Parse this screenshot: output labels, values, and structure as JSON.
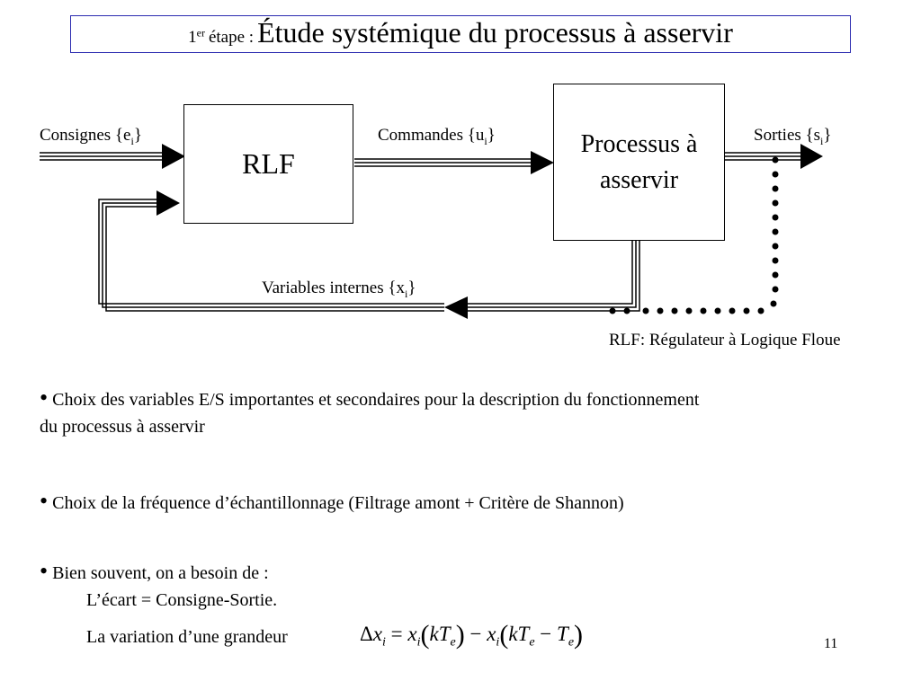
{
  "title": {
    "prefix_num": "1",
    "prefix_sup": "er",
    "prefix_word": "étape :",
    "main": "Étude systémique du processus à asservir"
  },
  "diagram": {
    "rlf_block": "RLF",
    "process_block_line1": "Processus à",
    "process_block_line2": "asservir",
    "consignes_label": "Consignes {e",
    "consignes_sub": "i",
    "commandes_label": "Commandes {u",
    "commandes_sub": "i",
    "sorties_label": "Sorties {s",
    "sorties_sub": "i",
    "variables_label": "Variables internes {x",
    "variables_sub": "i",
    "closing_brace": "}",
    "caption": "RLF: Régulateur à Logique Floue"
  },
  "bullets": {
    "b1_line1": "Choix des variables E/S importantes et secondaires pour la description du fonctionnement",
    "b1_line2": "du processus à asservir",
    "b2": "Choix de la fréquence d’échantillonnage (Filtrage amont + Critère de Shannon)",
    "b3": "Bien souvent, on a besoin de :",
    "b3_sub1": "L’écart = Consigne-Sortie.",
    "b3_sub2": "La variation d’une grandeur"
  },
  "slide_number": "11"
}
